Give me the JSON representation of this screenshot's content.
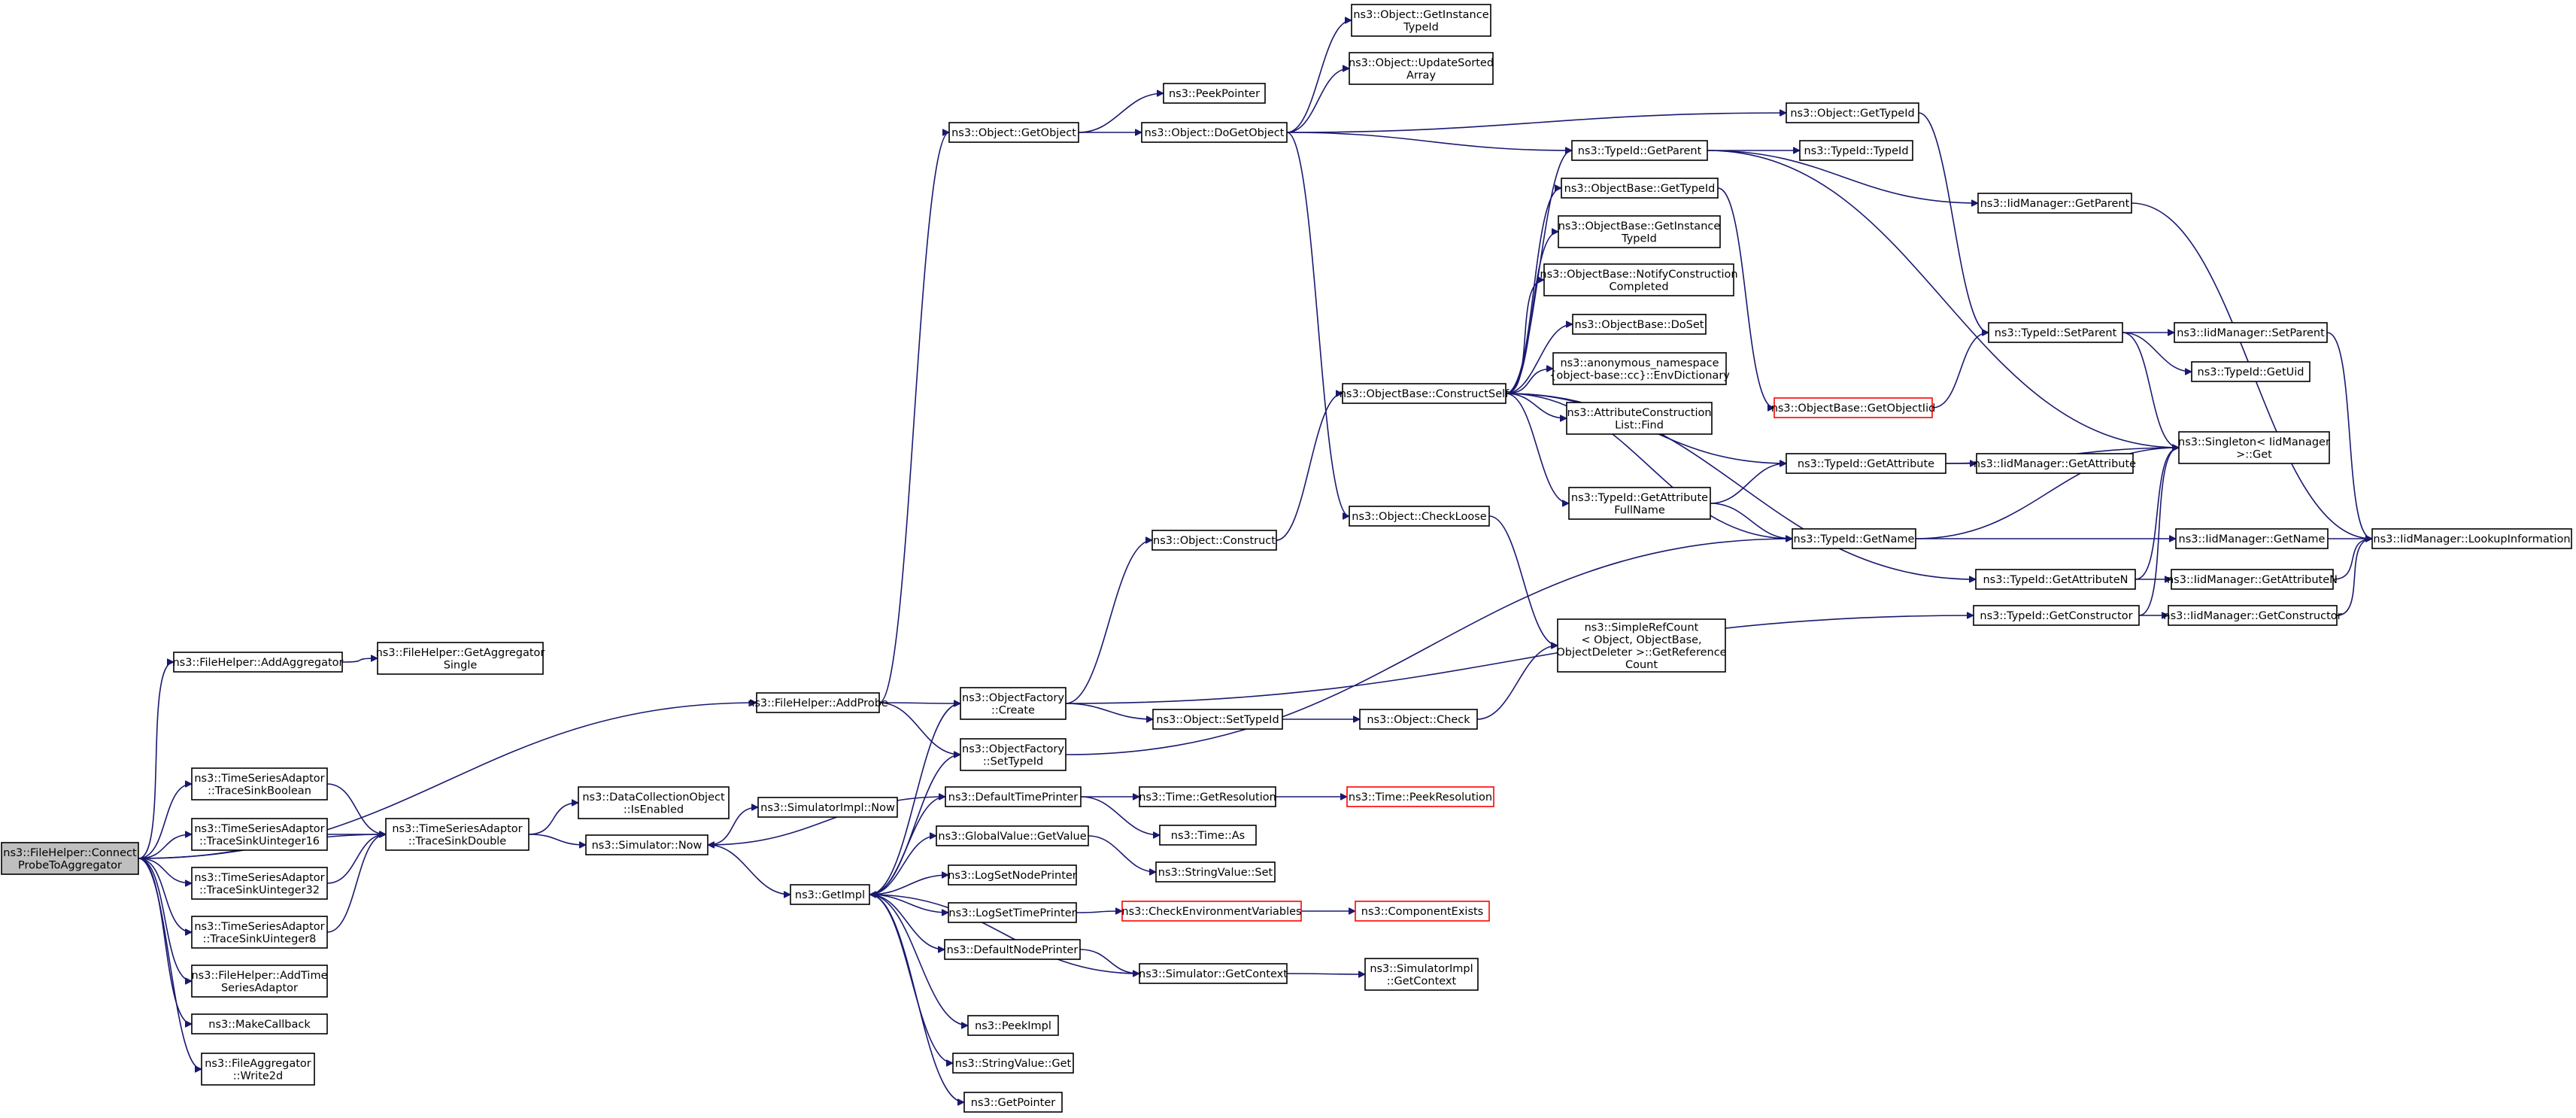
{
  "colors": {
    "edge": "#191970",
    "node_border": "#000000",
    "node_fill": "#ffffff",
    "root_fill": "#bfbfbf",
    "truncated_border": "#ff0000"
  },
  "nodes": [
    {
      "id": "root",
      "lines": [
        "ns3::FileHelper::Connect",
        "ProbeToAggregator"
      ],
      "root": true
    },
    {
      "id": "fh_addagg",
      "lines": [
        "ns3::FileHelper::AddAggregator"
      ]
    },
    {
      "id": "fh_getaggsingle",
      "lines": [
        "ns3::FileHelper::GetAggregator",
        "Single"
      ]
    },
    {
      "id": "fh_addprobe",
      "lines": [
        "ns3::FileHelper::AddProbe"
      ]
    },
    {
      "id": "tsa_bool",
      "lines": [
        "ns3::TimeSeriesAdaptor",
        "::TraceSinkBoolean"
      ]
    },
    {
      "id": "tsa_u16",
      "lines": [
        "ns3::TimeSeriesAdaptor",
        "::TraceSinkUinteger16"
      ]
    },
    {
      "id": "tsa_u32",
      "lines": [
        "ns3::TimeSeriesAdaptor",
        "::TraceSinkUinteger32"
      ]
    },
    {
      "id": "tsa_u8",
      "lines": [
        "ns3::TimeSeriesAdaptor",
        "::TraceSinkUinteger8"
      ]
    },
    {
      "id": "tsa_double",
      "lines": [
        "ns3::TimeSeriesAdaptor",
        "::TraceSinkDouble"
      ]
    },
    {
      "id": "fh_addts",
      "lines": [
        "ns3::FileHelper::AddTime",
        "SeriesAdaptor"
      ]
    },
    {
      "id": "makecallback",
      "lines": [
        "ns3::MakeCallback"
      ]
    },
    {
      "id": "fa_write2d",
      "lines": [
        "ns3::FileAggregator",
        "::Write2d"
      ]
    },
    {
      "id": "dco_isenabled",
      "lines": [
        "ns3::DataCollectionObject",
        "::IsEnabled"
      ]
    },
    {
      "id": "sim_now",
      "lines": [
        "ns3::Simulator::Now"
      ]
    },
    {
      "id": "simimpl_now",
      "lines": [
        "ns3::SimulatorImpl::Now"
      ]
    },
    {
      "id": "getimpl",
      "lines": [
        "ns3::GetImpl"
      ]
    },
    {
      "id": "obj_getobject",
      "lines": [
        "ns3::Object::GetObject"
      ]
    },
    {
      "id": "peekpointer",
      "lines": [
        "ns3::PeekPointer"
      ]
    },
    {
      "id": "obj_dogetobject",
      "lines": [
        "ns3::Object::DoGetObject"
      ]
    },
    {
      "id": "obj_getinsttypeid",
      "lines": [
        "ns3::Object::GetInstance",
        "TypeId"
      ]
    },
    {
      "id": "obj_updatesorted",
      "lines": [
        "ns3::Object::UpdateSorted",
        "Array"
      ]
    },
    {
      "id": "obj_gettypeid",
      "lines": [
        "ns3::Object::GetTypeId"
      ]
    },
    {
      "id": "tid_getparent",
      "lines": [
        "ns3::TypeId::GetParent"
      ]
    },
    {
      "id": "tid_typeid",
      "lines": [
        "ns3::TypeId::TypeId"
      ]
    },
    {
      "id": "iidm_getparent",
      "lines": [
        "ns3::IidManager::GetParent"
      ]
    },
    {
      "id": "ob_gettypeid",
      "lines": [
        "ns3::ObjectBase::GetTypeId"
      ]
    },
    {
      "id": "ob_getinsttypeid",
      "lines": [
        "ns3::ObjectBase::GetInstance",
        "TypeId"
      ]
    },
    {
      "id": "ob_notify",
      "lines": [
        "ns3::ObjectBase::NotifyConstruction",
        "Completed"
      ]
    },
    {
      "id": "ob_doset",
      "lines": [
        "ns3::ObjectBase::DoSet"
      ]
    },
    {
      "id": "anon_envdict",
      "lines": [
        "ns3::anonymous_namespace",
        "{object-base::cc}::EnvDictionary"
      ]
    },
    {
      "id": "acl_find",
      "lines": [
        "ns3::AttributeConstruction",
        "List::Find"
      ]
    },
    {
      "id": "ob_constructself",
      "lines": [
        "ns3::ObjectBase::ConstructSelf"
      ]
    },
    {
      "id": "ob_getobjectiid",
      "lines": [
        "ns3::ObjectBase::GetObjectIid"
      ],
      "truncated": true
    },
    {
      "id": "tid_setparent",
      "lines": [
        "ns3::TypeId::SetParent"
      ]
    },
    {
      "id": "iidm_setparent",
      "lines": [
        "ns3::IidManager::SetParent"
      ]
    },
    {
      "id": "tid_getuid",
      "lines": [
        "ns3::TypeId::GetUid"
      ]
    },
    {
      "id": "singleton_get",
      "lines": [
        "ns3::Singleton< IidManager",
        ">::Get"
      ]
    },
    {
      "id": "tid_getattribute",
      "lines": [
        "ns3::TypeId::GetAttribute"
      ]
    },
    {
      "id": "iidm_getattribute",
      "lines": [
        "ns3::IidManager::GetAttribute"
      ]
    },
    {
      "id": "tid_getattrfullname",
      "lines": [
        "ns3::TypeId::GetAttribute",
        "FullName"
      ]
    },
    {
      "id": "obj_construct",
      "lines": [
        "ns3::Object::Construct"
      ]
    },
    {
      "id": "obj_checkloose",
      "lines": [
        "ns3::Object::CheckLoose"
      ]
    },
    {
      "id": "tid_getname",
      "lines": [
        "ns3::TypeId::GetName"
      ]
    },
    {
      "id": "iidm_getname",
      "lines": [
        "ns3::IidManager::GetName"
      ]
    },
    {
      "id": "iidm_lookup",
      "lines": [
        "ns3::IidManager::LookupInformation"
      ]
    },
    {
      "id": "tid_getattrn",
      "lines": [
        "ns3::TypeId::GetAttributeN"
      ]
    },
    {
      "id": "iidm_getattrn",
      "lines": [
        "ns3::IidManager::GetAttributeN"
      ]
    },
    {
      "id": "tid_getconstructor",
      "lines": [
        "ns3::TypeId::GetConstructor"
      ]
    },
    {
      "id": "iidm_getconstructor",
      "lines": [
        "ns3::IidManager::GetConstructor"
      ]
    },
    {
      "id": "simplerefcount",
      "lines": [
        "ns3::SimpleRefCount",
        "< Object, ObjectBase,",
        "ObjectDeleter >::GetReference",
        "Count"
      ]
    },
    {
      "id": "of_create",
      "lines": [
        "ns3::ObjectFactory",
        "::Create"
      ]
    },
    {
      "id": "obj_settypeid",
      "lines": [
        "ns3::Object::SetTypeId"
      ]
    },
    {
      "id": "obj_check",
      "lines": [
        "ns3::Object::Check"
      ]
    },
    {
      "id": "of_settypeid",
      "lines": [
        "ns3::ObjectFactory",
        "::SetTypeId"
      ]
    },
    {
      "id": "defaulttimeprinter",
      "lines": [
        "ns3::DefaultTimePrinter"
      ]
    },
    {
      "id": "time_getres",
      "lines": [
        "ns3::Time::GetResolution"
      ]
    },
    {
      "id": "time_peekres",
      "lines": [
        "ns3::Time::PeekResolution"
      ],
      "truncated": true
    },
    {
      "id": "time_as",
      "lines": [
        "ns3::Time::As"
      ]
    },
    {
      "id": "gv_getvalue",
      "lines": [
        "ns3::GlobalValue::GetValue"
      ]
    },
    {
      "id": "sv_set",
      "lines": [
        "ns3::StringValue::Set"
      ]
    },
    {
      "id": "logsetnodeprinter",
      "lines": [
        "ns3::LogSetNodePrinter"
      ]
    },
    {
      "id": "logsettimeprinter",
      "lines": [
        "ns3::LogSetTimePrinter"
      ]
    },
    {
      "id": "checkenvvars",
      "lines": [
        "ns3::CheckEnvironmentVariables"
      ],
      "truncated": true
    },
    {
      "id": "componentexists",
      "lines": [
        "ns3::ComponentExists"
      ],
      "truncated": true
    },
    {
      "id": "defaultnodeprinter",
      "lines": [
        "ns3::DefaultNodePrinter"
      ]
    },
    {
      "id": "sim_getcontext",
      "lines": [
        "ns3::Simulator::GetContext"
      ]
    },
    {
      "id": "simimpl_getcontext",
      "lines": [
        "ns3::SimulatorImpl",
        "::GetContext"
      ]
    },
    {
      "id": "peekimpl",
      "lines": [
        "ns3::PeekImpl"
      ]
    },
    {
      "id": "sv_get",
      "lines": [
        "ns3::StringValue::Get"
      ]
    },
    {
      "id": "getpointer",
      "lines": [
        "ns3::GetPointer"
      ]
    }
  ],
  "edges": [
    [
      "root",
      "fh_addagg"
    ],
    [
      "root",
      "fh_addprobe"
    ],
    [
      "root",
      "tsa_bool"
    ],
    [
      "root",
      "tsa_u16"
    ],
    [
      "root",
      "tsa_u32"
    ],
    [
      "root",
      "tsa_u8"
    ],
    [
      "root",
      "tsa_double"
    ],
    [
      "root",
      "fh_addts"
    ],
    [
      "root",
      "makecallback"
    ],
    [
      "root",
      "fa_write2d"
    ],
    [
      "fh_addagg",
      "fh_getaggsingle"
    ],
    [
      "fh_addprobe",
      "obj_getobject"
    ],
    [
      "fh_addprobe",
      "of_create"
    ],
    [
      "fh_addprobe",
      "of_settypeid"
    ],
    [
      "tsa_bool",
      "tsa_double"
    ],
    [
      "tsa_u16",
      "tsa_double"
    ],
    [
      "tsa_u32",
      "tsa_double"
    ],
    [
      "tsa_u8",
      "tsa_double"
    ],
    [
      "tsa_double",
      "dco_isenabled"
    ],
    [
      "tsa_double",
      "sim_now"
    ],
    [
      "sim_now",
      "simimpl_now"
    ],
    [
      "sim_now",
      "getimpl"
    ],
    [
      "defaulttimeprinter",
      "sim_now"
    ],
    [
      "getimpl",
      "of_create"
    ],
    [
      "getimpl",
      "of_settypeid"
    ],
    [
      "getimpl",
      "defaulttimeprinter"
    ],
    [
      "getimpl",
      "gv_getvalue"
    ],
    [
      "getimpl",
      "logsetnodeprinter"
    ],
    [
      "getimpl",
      "logsettimeprinter"
    ],
    [
      "getimpl",
      "defaultnodeprinter"
    ],
    [
      "getimpl",
      "peekimpl"
    ],
    [
      "getimpl",
      "sv_get"
    ],
    [
      "getimpl",
      "getpointer"
    ],
    [
      "sim_getcontext",
      "getimpl"
    ],
    [
      "obj_getobject",
      "peekpointer"
    ],
    [
      "obj_getobject",
      "obj_dogetobject"
    ],
    [
      "obj_dogetobject",
      "obj_getinsttypeid"
    ],
    [
      "obj_dogetobject",
      "obj_updatesorted"
    ],
    [
      "obj_dogetobject",
      "obj_gettypeid"
    ],
    [
      "obj_dogetobject",
      "tid_getparent"
    ],
    [
      "obj_dogetobject",
      "obj_checkloose"
    ],
    [
      "obj_gettypeid",
      "tid_setparent"
    ],
    [
      "tid_getparent",
      "tid_typeid"
    ],
    [
      "tid_getparent",
      "iidm_getparent"
    ],
    [
      "tid_getparent",
      "singleton_get"
    ],
    [
      "iidm_getparent",
      "iidm_lookup"
    ],
    [
      "ob_gettypeid",
      "ob_getobjectiid"
    ],
    [
      "ob_constructself",
      "tid_getparent"
    ],
    [
      "ob_constructself",
      "ob_gettypeid"
    ],
    [
      "ob_constructself",
      "ob_getinsttypeid"
    ],
    [
      "ob_constructself",
      "ob_notify"
    ],
    [
      "ob_constructself",
      "ob_doset"
    ],
    [
      "ob_constructself",
      "anon_envdict"
    ],
    [
      "ob_constructself",
      "acl_find"
    ],
    [
      "ob_constructself",
      "tid_getattribute"
    ],
    [
      "ob_constructself",
      "tid_getattrfullname"
    ],
    [
      "ob_constructself",
      "tid_getname"
    ],
    [
      "ob_constructself",
      "tid_getattrn"
    ],
    [
      "ob_getobjectiid",
      "tid_setparent"
    ],
    [
      "tid_setparent",
      "iidm_setparent"
    ],
    [
      "tid_setparent",
      "tid_getuid"
    ],
    [
      "tid_setparent",
      "singleton_get"
    ],
    [
      "iidm_setparent",
      "iidm_lookup"
    ],
    [
      "tid_getattribute",
      "singleton_get"
    ],
    [
      "tid_getattribute",
      "iidm_getattribute"
    ],
    [
      "tid_getattrfullname",
      "tid_getattribute"
    ],
    [
      "tid_getattrfullname",
      "tid_getname"
    ],
    [
      "tid_getname",
      "singleton_get"
    ],
    [
      "tid_getname",
      "iidm_getname"
    ],
    [
      "iidm_getname",
      "iidm_lookup"
    ],
    [
      "tid_getattrn",
      "singleton_get"
    ],
    [
      "tid_getattrn",
      "iidm_getattrn"
    ],
    [
      "iidm_getattrn",
      "iidm_lookup"
    ],
    [
      "tid_getconstructor",
      "singleton_get"
    ],
    [
      "tid_getconstructor",
      "iidm_getconstructor"
    ],
    [
      "iidm_getconstructor",
      "iidm_lookup"
    ],
    [
      "obj_construct",
      "ob_constructself"
    ],
    [
      "obj_checkloose",
      "simplerefcount"
    ],
    [
      "of_create",
      "obj_construct"
    ],
    [
      "of_create",
      "obj_settypeid"
    ],
    [
      "of_create",
      "tid_getconstructor"
    ],
    [
      "obj_settypeid",
      "obj_check"
    ],
    [
      "obj_check",
      "simplerefcount"
    ],
    [
      "of_settypeid",
      "tid_getname"
    ],
    [
      "defaulttimeprinter",
      "time_getres"
    ],
    [
      "defaulttimeprinter",
      "time_as"
    ],
    [
      "time_getres",
      "time_peekres"
    ],
    [
      "gv_getvalue",
      "sv_set"
    ],
    [
      "logsettimeprinter",
      "checkenvvars"
    ],
    [
      "checkenvvars",
      "componentexists"
    ],
    [
      "defaultnodeprinter",
      "sim_getcontext"
    ],
    [
      "sim_getcontext",
      "simimpl_getcontext"
    ]
  ]
}
